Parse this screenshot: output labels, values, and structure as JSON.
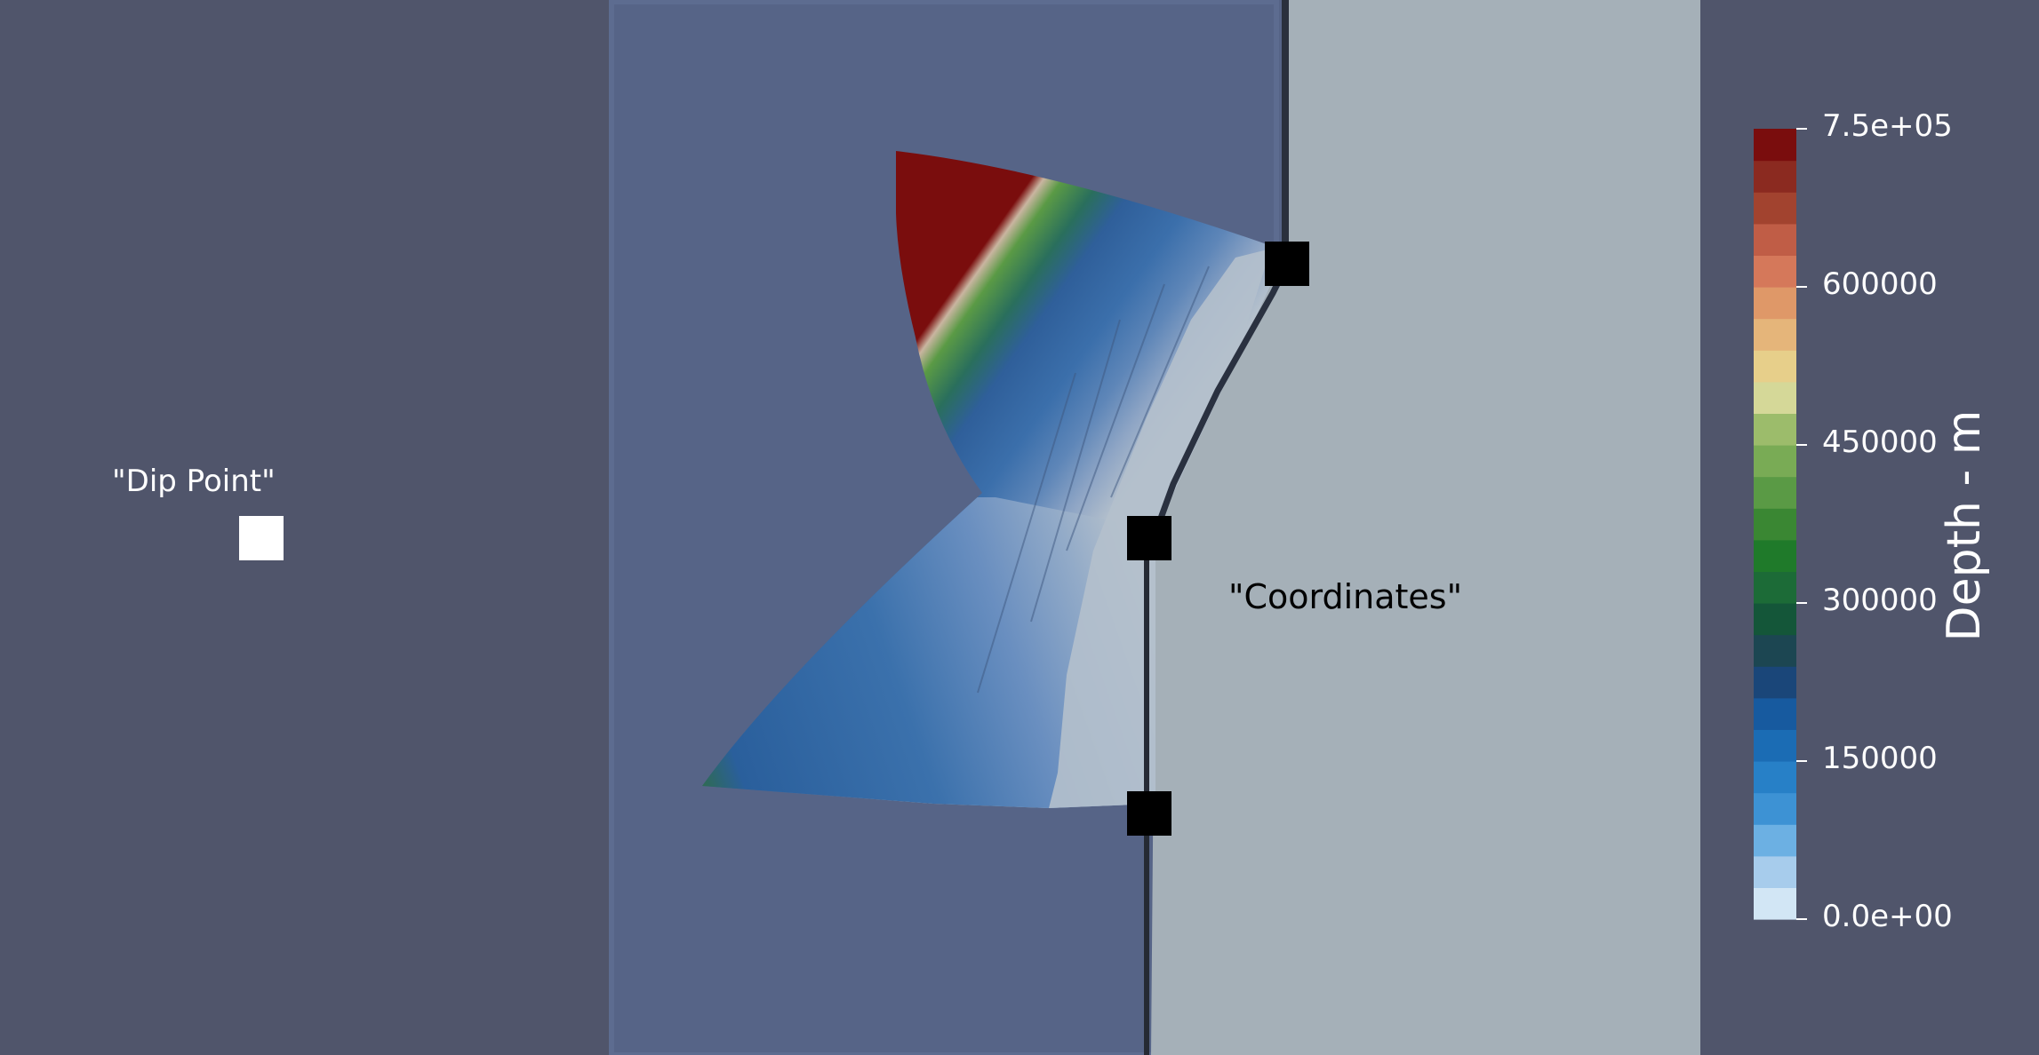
{
  "view": {
    "background_color": "#50556b",
    "plane_color": "#566487",
    "ground_color": "#a5b0b8"
  },
  "labels": {
    "dip_point": "\"Dip Point\"",
    "coordinates": "\"Coordinates\""
  },
  "colorbar": {
    "title": "Depth - m",
    "range": [
      0,
      750000
    ],
    "ticks": [
      {
        "value": 750000,
        "label": "7.5e+05"
      },
      {
        "value": 600000,
        "label": "600000"
      },
      {
        "value": 450000,
        "label": "450000"
      },
      {
        "value": 300000,
        "label": "300000"
      },
      {
        "value": 150000,
        "label": "150000"
      },
      {
        "value": 0,
        "label": "0.0e+00"
      }
    ],
    "colors": [
      "#d2e6f5",
      "#a7ccec",
      "#6cb0e3",
      "#3d92d4",
      "#2780c7",
      "#1b6cb4",
      "#175a9f",
      "#1a4679",
      "#1c4652",
      "#145639",
      "#1c6b37",
      "#1f7a2a",
      "#3a8733",
      "#5a9a45",
      "#79ab55",
      "#9cbc6b",
      "#d5d898",
      "#e7cf8a",
      "#e5b57a",
      "#df9868",
      "#d5785a",
      "#c05d46",
      "#a2432f",
      "#8b2a20",
      "#7a0d0d"
    ]
  }
}
